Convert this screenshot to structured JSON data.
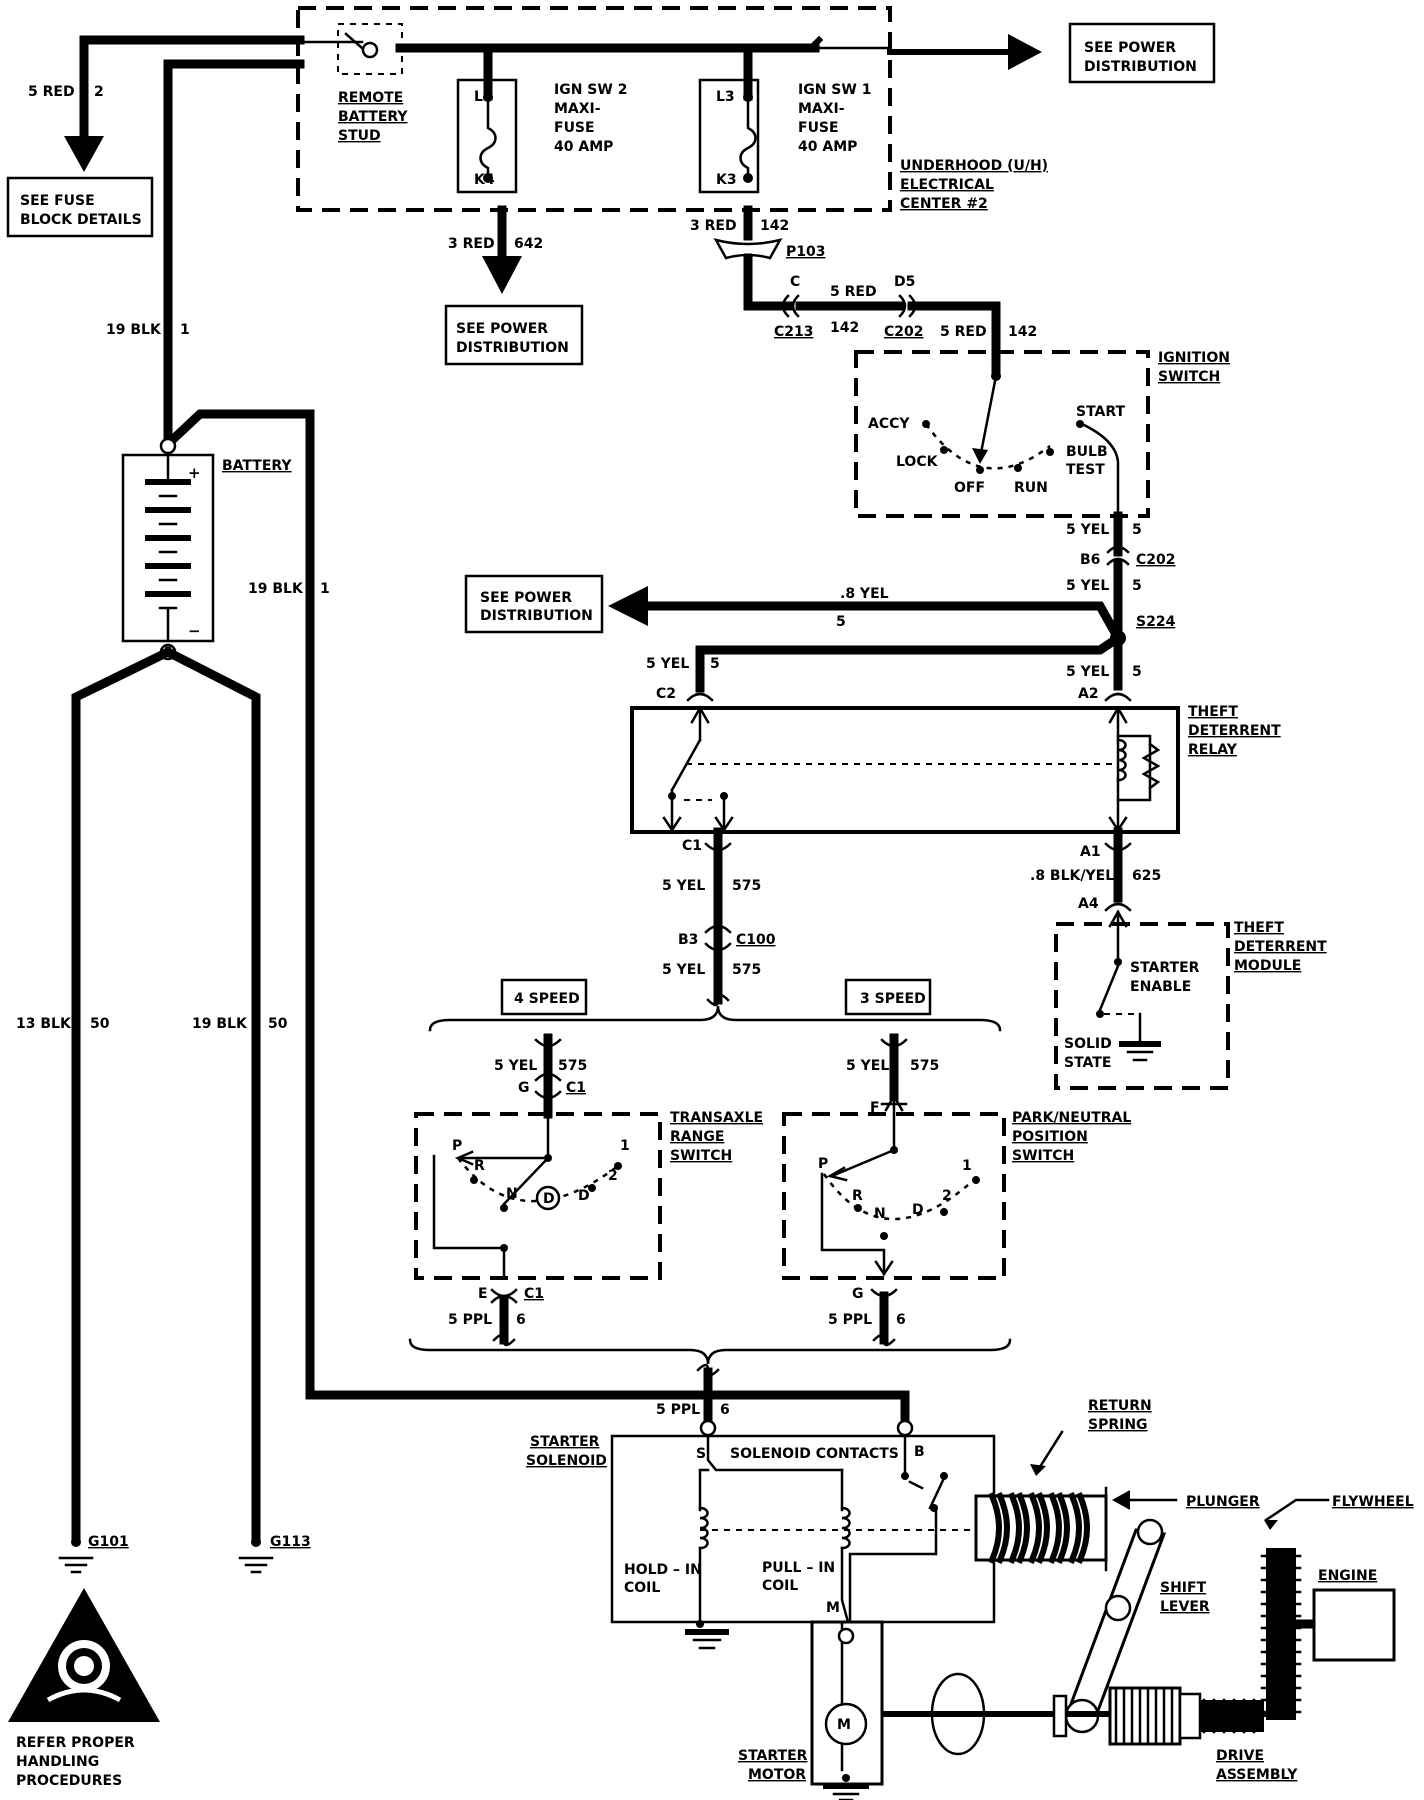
{
  "labels": {
    "remote_stud": [
      "REMOTE",
      "BATTERY",
      "STUD"
    ],
    "ign_sw2_fuse": [
      "IGN SW 2",
      "MAXI-",
      "FUSE",
      "40 AMP"
    ],
    "ign_sw1_fuse": [
      "IGN SW 1",
      "MAXI-",
      "FUSE",
      "40 AMP"
    ],
    "uh_center": [
      "UNDERHOOD (U/H)",
      "ELECTRICAL",
      "CENTER #2"
    ],
    "see_power_top": [
      "SEE POWER",
      "DISTRIBUTION"
    ],
    "see_power_mid": [
      "SEE POWER",
      "DISTRIBUTION"
    ],
    "see_power_left": [
      "SEE POWER",
      "DISTRIBUTION"
    ],
    "see_fuse_block": [
      "SEE FUSE",
      "BLOCK DETAILS"
    ],
    "battery": "BATTERY",
    "ignition_switch": [
      "IGNITION",
      "SWITCH"
    ],
    "ign_positions": {
      "accy": "ACCY",
      "lock": "LOCK",
      "off": "OFF",
      "run": "RUN",
      "bulb": "BULB",
      "test": "TEST",
      "start": "START"
    },
    "theft_relay": [
      "THEFT",
      "DETERRENT",
      "RELAY"
    ],
    "theft_module": [
      "THEFT",
      "DETERRENT",
      "MODULE"
    ],
    "starter_enable": [
      "STARTER",
      "ENABLE"
    ],
    "solid_state": [
      "SOLID",
      "STATE"
    ],
    "four_speed": "4 SPEED",
    "three_speed": "3 SPEED",
    "transaxle_switch": [
      "TRANSAXLE",
      "RANGE",
      "SWITCH"
    ],
    "park_neutral_switch": [
      "PARK/NEUTRAL",
      "POSITION",
      "SWITCH"
    ],
    "gear_positions": {
      "p": "P",
      "r": "R",
      "n": "N",
      "d": "D",
      "d_circle": "D",
      "two": "2",
      "one": "1"
    },
    "starter_solenoid": [
      "STARTER",
      "SOLENOID"
    ],
    "solenoid_contacts": "SOLENOID CONTACTS",
    "hold_in_coil": [
      "HOLD – IN",
      "COIL"
    ],
    "pull_in_coil": [
      "PULL – IN",
      "COIL"
    ],
    "return_spring": [
      "RETURN",
      "SPRING"
    ],
    "plunger": "PLUNGER",
    "flywheel": "FLYWHEEL",
    "engine": "ENGINE",
    "shift_lever": [
      "SHIFT",
      "LEVER"
    ],
    "drive_assembly": [
      "DRIVE",
      "ASSEMBLY"
    ],
    "starter_motor": [
      "STARTER",
      "MOTOR"
    ],
    "motor_symbol": "M",
    "terminal_s": "S",
    "terminal_b": "B",
    "terminal_m": "M",
    "warning": [
      "REFER PROPER",
      "HANDLING",
      "PROCEDURES"
    ],
    "battery_plus": "+",
    "battery_minus": "−"
  },
  "wires": {
    "w_5red_2": [
      "5 RED",
      "2"
    ],
    "w_19blk_1_top": [
      "19 BLK",
      "1"
    ],
    "w_19blk_1_mid": [
      "19 BLK",
      "1"
    ],
    "w_13blk_50": [
      "13 BLK",
      "50"
    ],
    "w_19blk_50": [
      "19 BLK",
      "50"
    ],
    "w_3red_642": [
      "3 RED",
      "642"
    ],
    "w_3red_142": [
      "3 RED",
      "142"
    ],
    "w_5red_142a": [
      "5 RED",
      "142"
    ],
    "w_5red_142b": [
      "5 RED",
      "142"
    ],
    "w_5yel_5a": [
      "5 YEL",
      "5"
    ],
    "w_5yel_5b": [
      "5 YEL",
      "5"
    ],
    "w_5yel_5c": [
      "5 YEL",
      "5"
    ],
    "w_5yel_5d": [
      "5 YEL",
      "5"
    ],
    "w_8yel_5": [
      ".8 YEL",
      "5"
    ],
    "w_5yel_575a": [
      "5 YEL",
      "575"
    ],
    "w_5yel_575b": [
      "5 YEL",
      "575"
    ],
    "w_5yel_575c": [
      "5 YEL",
      "575"
    ],
    "w_5yel_575d": [
      "5 YEL",
      "575"
    ],
    "w_8blkyel_625": [
      ".8 BLK/YEL",
      "625"
    ],
    "w_5ppl_6a": [
      "5 PPL",
      "6"
    ],
    "w_5ppl_6b": [
      "5 PPL",
      "6"
    ],
    "w_5ppl_6c": [
      "5 PPL",
      "6"
    ]
  },
  "connectors": {
    "l4": "L4",
    "k4": "K4",
    "l3": "L3",
    "k3": "K3",
    "p103": "P103",
    "c213": "C213",
    "c_pin": "C",
    "c202_top": "C202",
    "d5": "D5",
    "b6": "B6",
    "c202_mid": "C202",
    "s224": "S224",
    "c2": "C2",
    "a2": "A2",
    "c1_relay": "C1",
    "a1": "A1",
    "a4": "A4",
    "b3": "B3",
    "c100": "C100",
    "g_pin": "G",
    "c1_a": "C1",
    "f_pin": "F",
    "e_pin": "E",
    "c1_b": "C1",
    "g_pin_b": "G",
    "g101": "G101",
    "g113": "G113"
  }
}
